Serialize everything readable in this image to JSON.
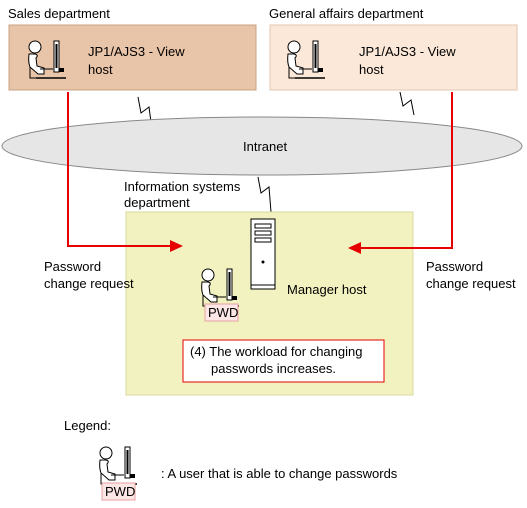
{
  "sales": {
    "title": "Sales department",
    "host_line1": "JP1/AJS3 - View",
    "host_line2": "host"
  },
  "general": {
    "title": "General affairs department",
    "host_line1": "JP1/AJS3 - View",
    "host_line2": "host"
  },
  "network": {
    "label": "Intranet"
  },
  "info_systems": {
    "title_line1": "Information systems",
    "title_line2": "department",
    "manager_label": "Manager host",
    "pwd_badge": "PWD",
    "note_line1": "(4) The workload for changing",
    "note_line2": "passwords increases."
  },
  "requests": {
    "left_line1": "Password",
    "left_line2": "change request",
    "right_line1": "Password",
    "right_line2": "change request"
  },
  "legend": {
    "title": "Legend:",
    "pwd_badge": "PWD",
    "description": ": A user that is able to change passwords"
  },
  "colors": {
    "sales_fill": "#e8c4a8",
    "general_fill": "#fbe8d8",
    "info_fill": "#f2f2c0",
    "arrow": "#e60000",
    "cloud": "#e6e6e6"
  },
  "icons": [
    "user-at-terminal-icon",
    "server-tower-icon",
    "network-link-icon"
  ]
}
